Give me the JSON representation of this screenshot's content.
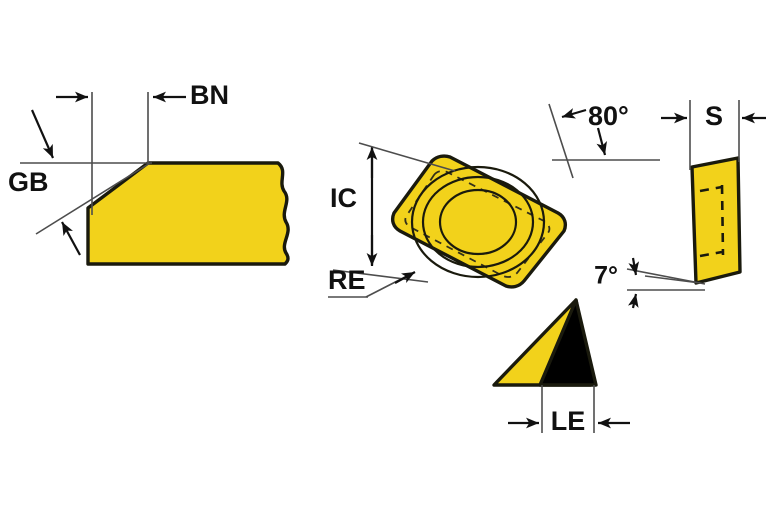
{
  "drawing": {
    "title": "Turning insert dimensional drawing",
    "background_color": "#ffffff",
    "insert_color": "#F2D21B",
    "outline_color": "#1a1a0d",
    "land_color": "#000000",
    "dimension_line_color": "#111111"
  },
  "views": [
    {
      "id": "edge-detail-view",
      "name": "Edge chamfer detail (left)",
      "labels": [
        "BN",
        "GB"
      ]
    },
    {
      "id": "top-view",
      "name": "Insert top view (rhombic 80 degree)",
      "labels": [
        "IC",
        "RE",
        "80°"
      ]
    },
    {
      "id": "side-view",
      "name": "Insert side view (thickness)",
      "labels": [
        "S"
      ]
    },
    {
      "id": "corner-detail-view",
      "name": "Cutting corner wedge detail",
      "labels": [
        "7°",
        "LE"
      ]
    }
  ],
  "dimensions": {
    "bn": {
      "label": "BN",
      "meaning": "chamfer land width",
      "view": "edge-detail-view"
    },
    "gb": {
      "label": "GB",
      "meaning": "chamfer angle",
      "view": "edge-detail-view"
    },
    "ic": {
      "label": "IC",
      "meaning": "inscribed circle diameter",
      "view": "top-view"
    },
    "re": {
      "label": "RE",
      "meaning": "corner radius",
      "view": "top-view"
    },
    "angle_point": {
      "label": "80°",
      "meaning": "insert point angle",
      "view": "top-view"
    },
    "s": {
      "label": "S",
      "meaning": "insert thickness",
      "view": "side-view"
    },
    "clearance": {
      "label": "7°",
      "meaning": "clearance angle",
      "view": "corner-detail-view"
    },
    "le": {
      "label": "LE",
      "meaning": "cutting edge effective length",
      "view": "corner-detail-view"
    }
  }
}
